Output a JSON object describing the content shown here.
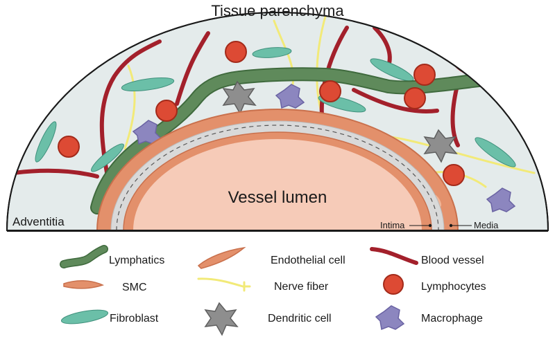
{
  "diagram": {
    "title": "Tissue parenchyma",
    "lumen_label": "Vessel lumen",
    "adventitia_label": "Adventitia",
    "intima_label": "Intima",
    "media_label": "Media"
  },
  "legend": [
    {
      "label": "Lymphatics",
      "icon": "lymphatic-icon"
    },
    {
      "label": "Endothelial cell",
      "icon": "endothelial-cell-icon"
    },
    {
      "label": "Blood vessel",
      "icon": "blood-vessel-icon"
    },
    {
      "label": "SMC",
      "icon": "smc-icon"
    },
    {
      "label": "Nerve fiber",
      "icon": "nerve-fiber-icon"
    },
    {
      "label": "Lymphocytes",
      "icon": "lymphocyte-icon"
    },
    {
      "label": "Fibroblast",
      "icon": "fibroblast-icon"
    },
    {
      "label": "Dendritic cell",
      "icon": "dendritic-cell-icon"
    },
    {
      "label": "Macrophage",
      "icon": "macrophage-icon"
    }
  ],
  "colors": {
    "adventitia_fill": "#e4ebeb",
    "lumen_fill": "#f6cbb8",
    "smc": "#e3906b",
    "smc_dark": "#c9704c",
    "lymphatic": "#5f8a5b",
    "lymphatic_dark": "#3f6a3d",
    "blood_vessel": "#a3202b",
    "nerve": "#f2ea78",
    "lymphocyte": "#dd4a34",
    "fibroblast": "#6bbfa8",
    "dendritic": "#8e8e8e",
    "macrophage": "#8c86bf"
  }
}
